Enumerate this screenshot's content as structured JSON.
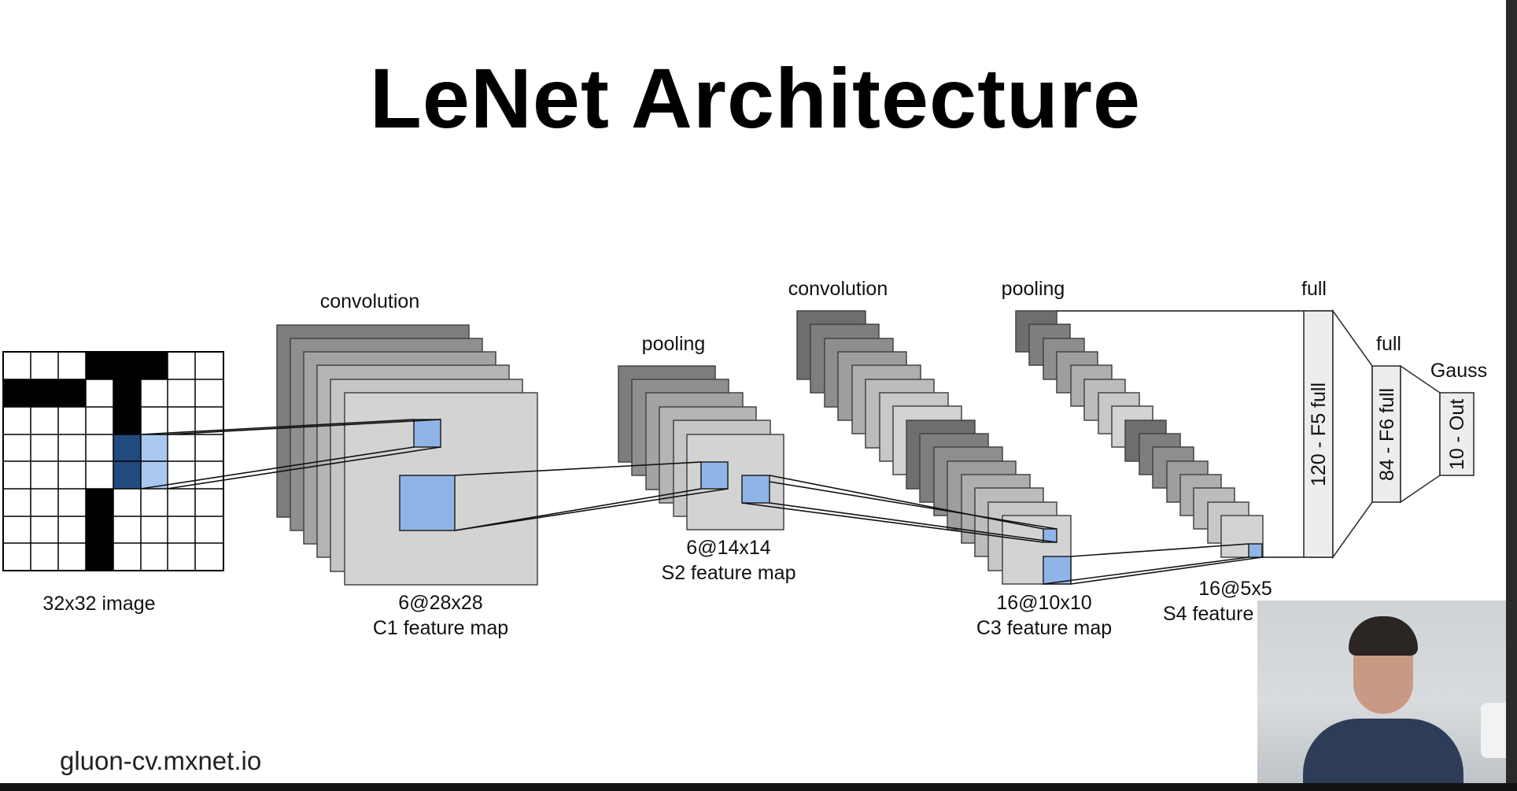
{
  "title": "LeNet Architecture",
  "footer": "gluon-cv.mxnet.io",
  "diagram": {
    "stages": [
      {
        "top_label": "",
        "caption": [
          "32x32 image"
        ]
      },
      {
        "top_label": "convolution",
        "caption": [
          "6@28x28",
          "C1 feature map"
        ]
      },
      {
        "top_label": "pooling",
        "caption": [
          "6@14x14",
          "S2 feature map"
        ]
      },
      {
        "top_label": "convolution",
        "caption": [
          "16@10x10",
          "C3 feature map"
        ]
      },
      {
        "top_label": "pooling",
        "caption": [
          "16@5x5",
          "S4 feature"
        ]
      }
    ],
    "fc_layers": [
      {
        "top_label": "full",
        "text": "120 - F5 full"
      },
      {
        "top_label": "full",
        "text": "84 - F6 full"
      },
      {
        "top_label": "Gauss",
        "text": "10 - Out"
      }
    ],
    "colors": {
      "highlight_light": "#8fb5e8",
      "highlight_dark": "#224b7d",
      "highlight_pale": "#a8c8f0",
      "map_fill": "#d3d3d3",
      "map_dark": "#7a7a7a"
    }
  },
  "webcam": {
    "present": true
  }
}
